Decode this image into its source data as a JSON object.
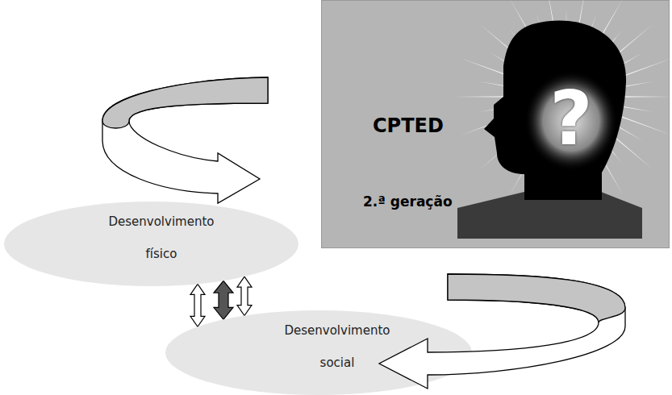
{
  "diagram": {
    "nodes": [
      {
        "text": [
          "Desenvolvimento físico"
        ]
      },
      {
        "text": [
          "Desenvolvimento social"
        ]
      },
      {
        "text": [
          "CPTED",
          "2.ª geração"
        ]
      }
    ],
    "edges": [
      {
        "from": 0,
        "to": 1,
        "arrow": "both"
      },
      {
        "from": 0,
        "to": 1,
        "arrow": "both"
      },
      {
        "from": 0,
        "to": 1,
        "arrow": "both"
      }
    ],
    "labels": [
      "?"
    ]
  }
}
